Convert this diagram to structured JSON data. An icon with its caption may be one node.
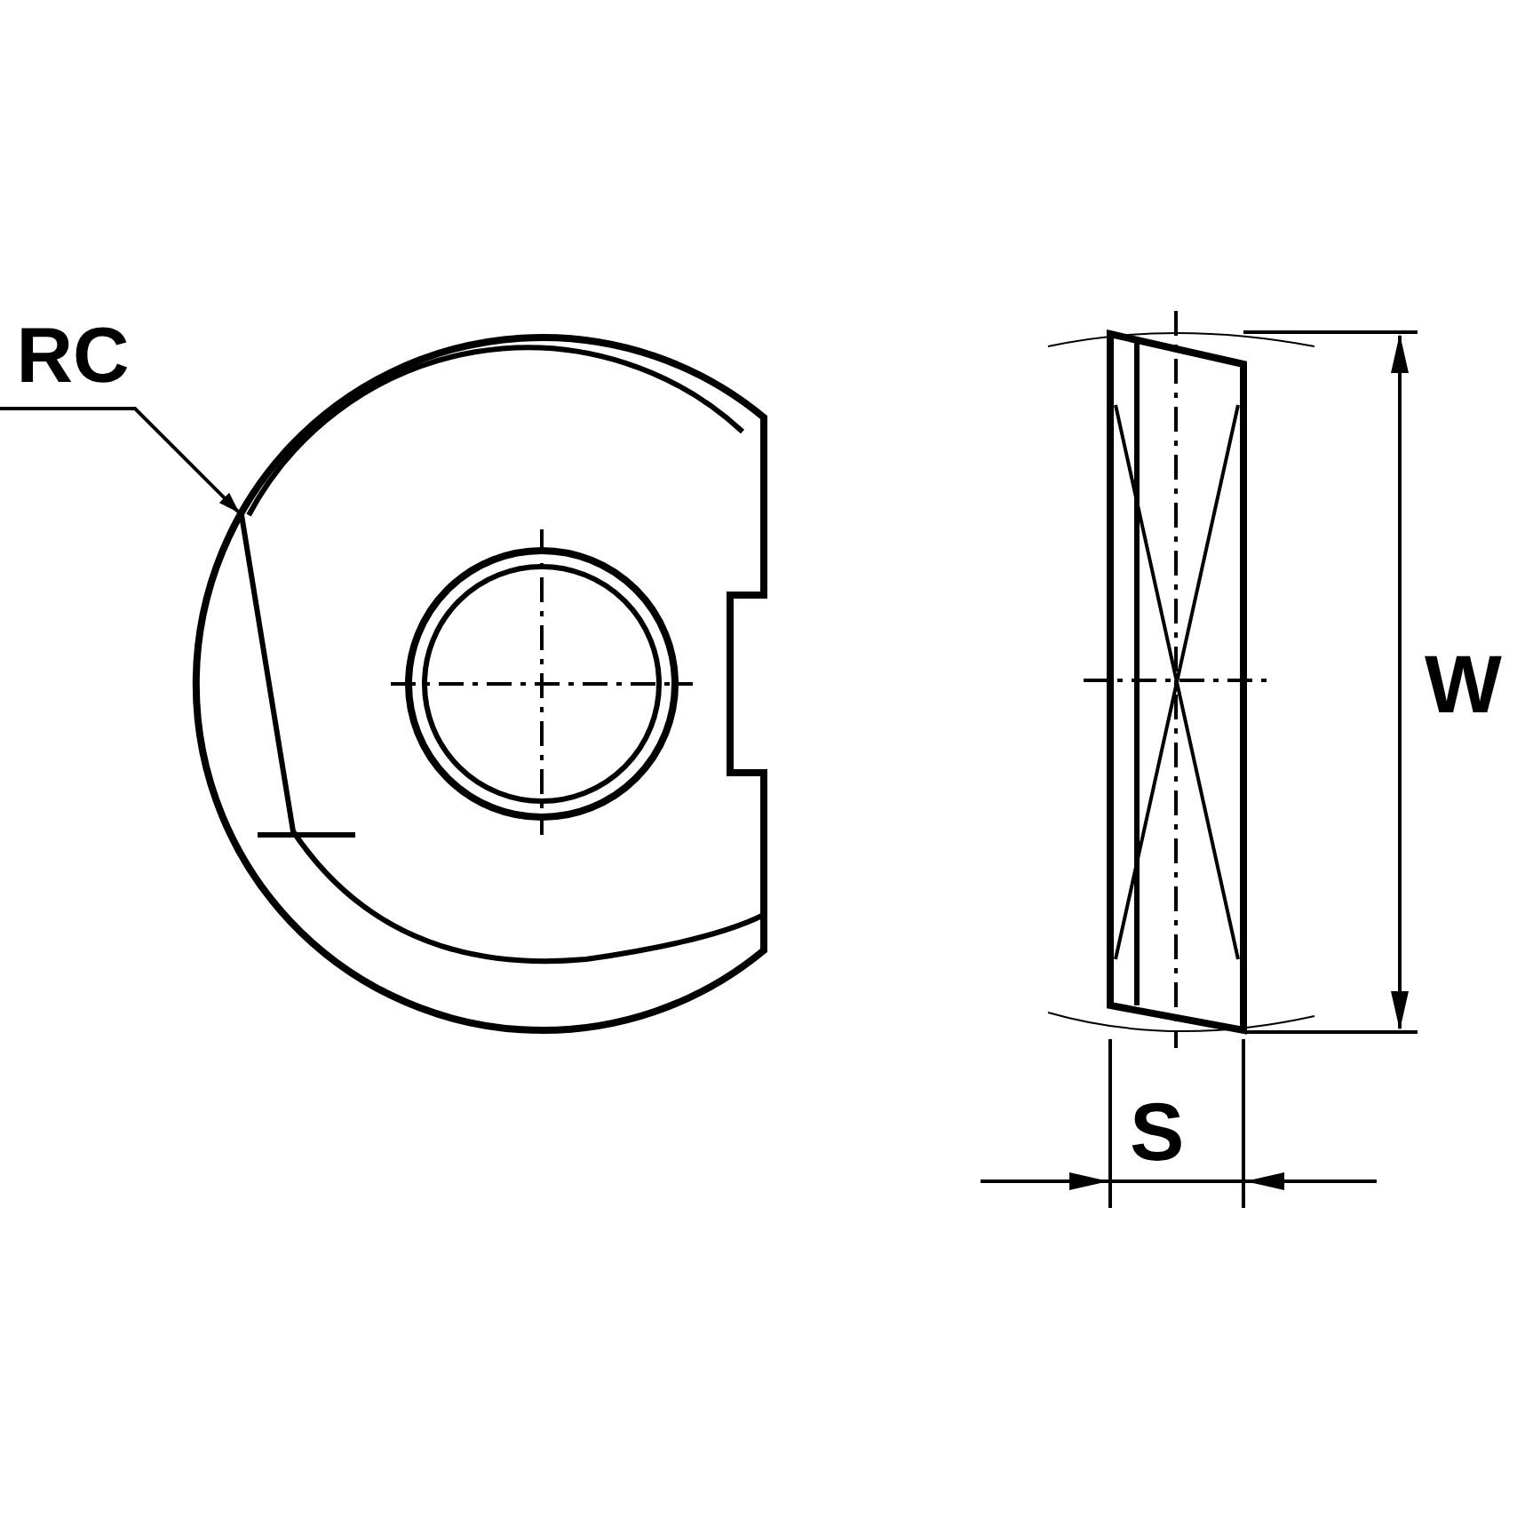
{
  "diagram": {
    "nodes": [
      {
        "text": [
          "RC"
        ]
      },
      {
        "text": [],
        "shape": "picture"
      }
    ],
    "edges": [
      {
        "from": 0,
        "to": 1,
        "arrow": "to"
      }
    ],
    "labels": [
      "W",
      "S"
    ]
  }
}
